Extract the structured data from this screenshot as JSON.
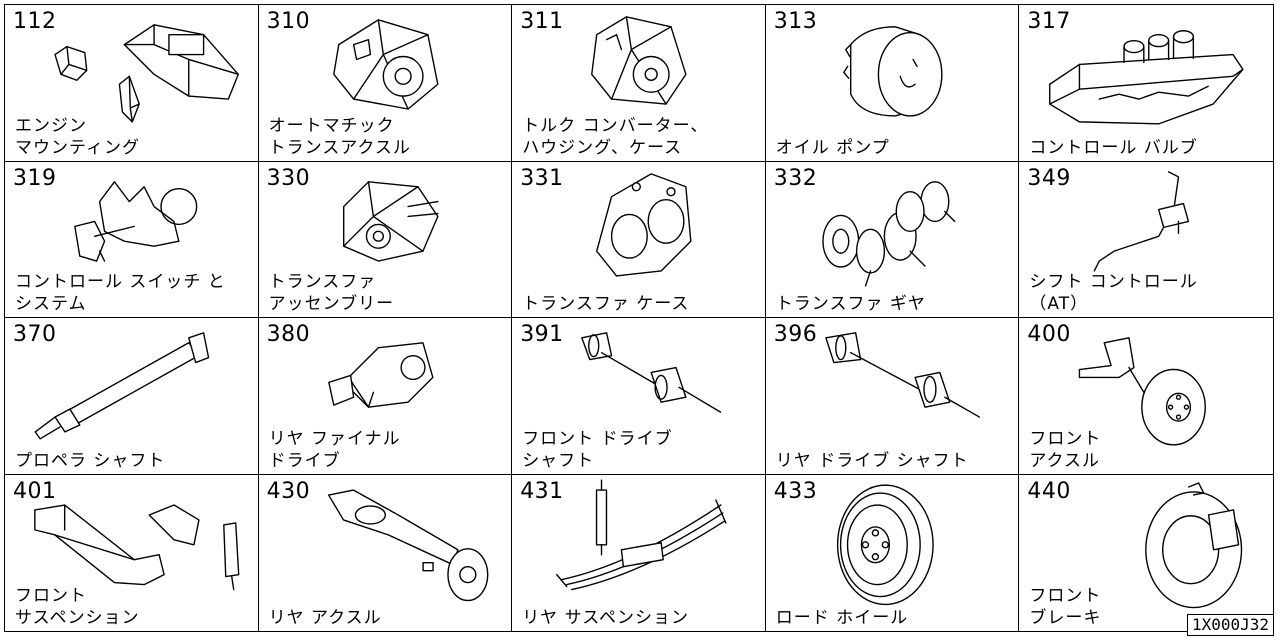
{
  "catalog": {
    "reference_code": "1X000J32",
    "cells": [
      {
        "code": "112",
        "line1": "エンジン",
        "line2": "マウンティング",
        "icon": "engine-mounting-icon"
      },
      {
        "code": "310",
        "line1": "オートマチック",
        "line2": "トランスアクスル",
        "icon": "automatic-transaxle-icon"
      },
      {
        "code": "311",
        "line1": "トルク コンバーター、",
        "line2": "ハウジング、ケース",
        "icon": "torque-converter-housing-icon"
      },
      {
        "code": "313",
        "line1": "",
        "line2": "オイル ポンプ",
        "icon": "oil-pump-icon"
      },
      {
        "code": "317",
        "line1": "",
        "line2": "コントロール バルブ",
        "icon": "control-valve-icon"
      },
      {
        "code": "319",
        "line1": "コントロール スイッチ と",
        "line2": "システム",
        "icon": "control-switch-system-icon"
      },
      {
        "code": "330",
        "line1": "トランスファ",
        "line2": "アッセンブリー",
        "icon": "transfer-assembly-icon"
      },
      {
        "code": "331",
        "line1": "",
        "line2": "トランスファ ケース",
        "icon": "transfer-case-icon"
      },
      {
        "code": "332",
        "line1": "",
        "line2": "トランスファ ギヤ",
        "icon": "transfer-gear-icon"
      },
      {
        "code": "349",
        "line1": "シフト コントロール",
        "line2": "（AT）",
        "icon": "shift-control-icon"
      },
      {
        "code": "370",
        "line1": "",
        "line2": "プロペラ シャフト",
        "icon": "propeller-shaft-icon"
      },
      {
        "code": "380",
        "line1": "リヤ ファイナル",
        "line2": "ドライブ",
        "icon": "rear-final-drive-icon"
      },
      {
        "code": "391",
        "line1": "フロント ドライブ",
        "line2": "シャフト",
        "icon": "front-drive-shaft-icon"
      },
      {
        "code": "396",
        "line1": "",
        "line2": "リヤ ドライブ シャフト",
        "icon": "rear-drive-shaft-icon"
      },
      {
        "code": "400",
        "line1": "フロント",
        "line2": "アクスル",
        "icon": "front-axle-icon"
      },
      {
        "code": "401",
        "line1": "フロント",
        "line2": "サスペンション",
        "icon": "front-suspension-icon"
      },
      {
        "code": "430",
        "line1": "",
        "line2": "リヤ アクスル",
        "icon": "rear-axle-icon"
      },
      {
        "code": "431",
        "line1": "",
        "line2": "リヤ サスペンション",
        "icon": "rear-suspension-icon"
      },
      {
        "code": "433",
        "line1": "",
        "line2": "ロード ホイール",
        "icon": "road-wheel-icon"
      },
      {
        "code": "440",
        "line1": "フロント",
        "line2": "ブレーキ",
        "icon": "front-brake-icon"
      }
    ]
  }
}
